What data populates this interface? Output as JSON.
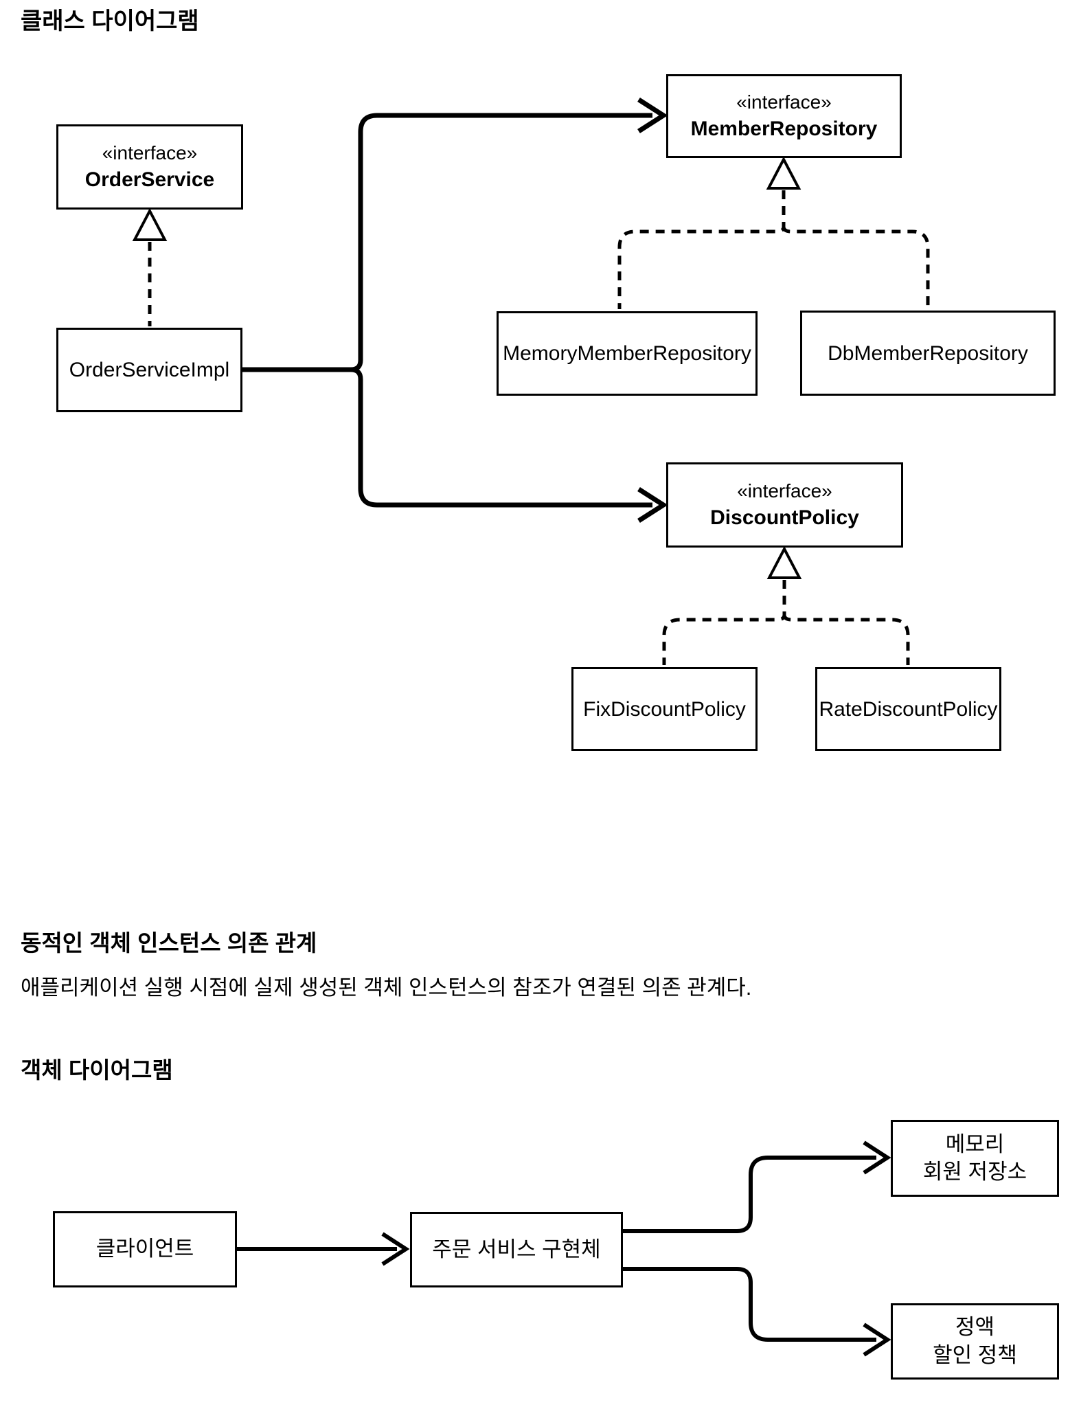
{
  "class_diagram": {
    "heading": "클래스 다이어그램",
    "nodes": {
      "order_service": {
        "stereotype": "«interface»",
        "name": "OrderService"
      },
      "order_service_impl": {
        "name": "OrderServiceImpl"
      },
      "member_repository": {
        "stereotype": "«interface»",
        "name": "MemberRepository"
      },
      "memory_member_repository": {
        "name": "MemoryMemberRepository"
      },
      "db_member_repository": {
        "name": "DbMemberRepository"
      },
      "discount_policy": {
        "stereotype": "«interface»",
        "name": "DiscountPolicy"
      },
      "fix_discount_policy": {
        "name": "FixDiscountPolicy"
      },
      "rate_discount_policy": {
        "name": "RateDiscountPolicy"
      }
    },
    "relations": [
      {
        "from": "OrderServiceImpl",
        "to": "OrderService",
        "type": "realization"
      },
      {
        "from": "OrderServiceImpl",
        "to": "MemberRepository",
        "type": "dependency"
      },
      {
        "from": "OrderServiceImpl",
        "to": "DiscountPolicy",
        "type": "dependency"
      },
      {
        "from": "MemoryMemberRepository",
        "to": "MemberRepository",
        "type": "realization"
      },
      {
        "from": "DbMemberRepository",
        "to": "MemberRepository",
        "type": "realization"
      },
      {
        "from": "FixDiscountPolicy",
        "to": "DiscountPolicy",
        "type": "realization"
      },
      {
        "from": "RateDiscountPolicy",
        "to": "DiscountPolicy",
        "type": "realization"
      }
    ]
  },
  "dynamic_section": {
    "heading": "동적인 객체 인스턴스 의존 관계",
    "paragraph": "애플리케이션 실행 시점에 실제 생성된 객체 인스턴스의 참조가 연결된 의존 관계다."
  },
  "object_diagram": {
    "heading": "객체 다이어그램",
    "nodes": {
      "client": {
        "name": "클라이언트"
      },
      "order_service_impl": {
        "name": "주문 서비스 구현체"
      },
      "memory_member_repo": {
        "lines": [
          "메모리",
          "회원 저장소"
        ]
      },
      "fix_discount_policy": {
        "lines": [
          "정액",
          "할인 정책"
        ]
      }
    },
    "relations": [
      {
        "from": "클라이언트",
        "to": "주문 서비스 구현체",
        "type": "dependency"
      },
      {
        "from": "주문 서비스 구현체",
        "to": "메모리 회원 저장소",
        "type": "dependency"
      },
      {
        "from": "주문 서비스 구현체",
        "to": "정액 할인 정책",
        "type": "dependency"
      }
    ]
  },
  "colors": {
    "line": "#000000",
    "background": "#ffffff"
  }
}
